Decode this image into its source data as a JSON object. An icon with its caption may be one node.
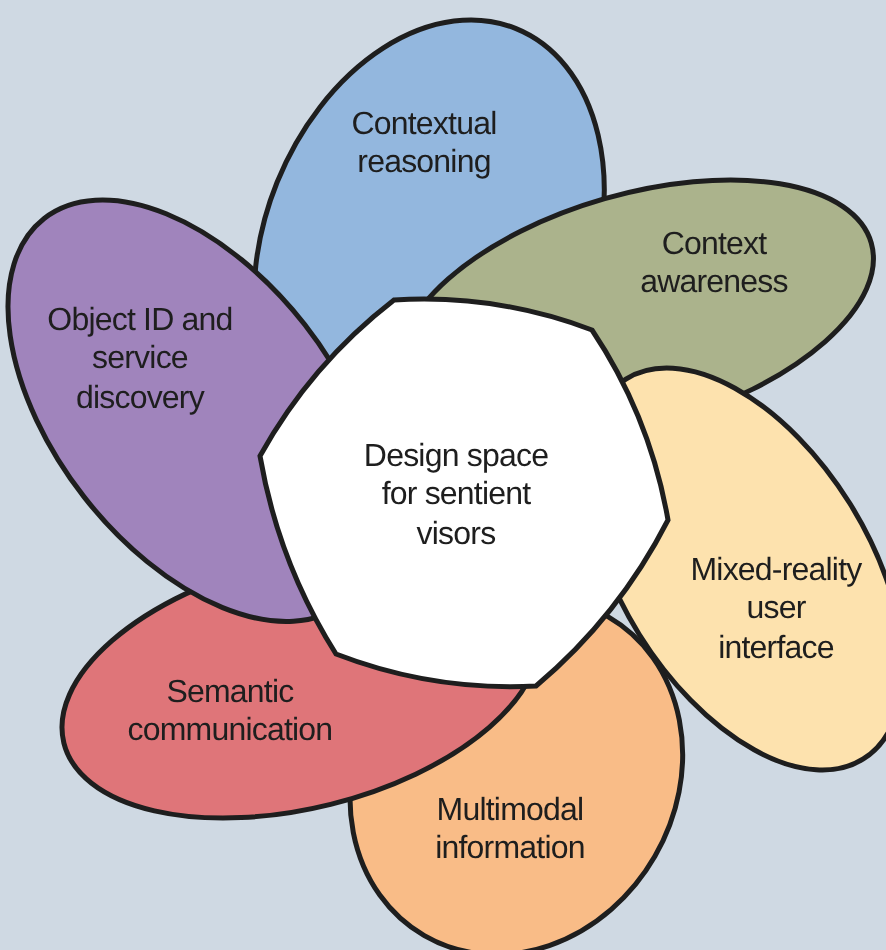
{
  "diagram": {
    "nodes": [
      {
        "text": [
          "Design space for sentient visors"
        ]
      },
      {
        "text": [
          "Contextual reasoning"
        ]
      },
      {
        "text": [
          "Context awareness"
        ]
      },
      {
        "text": [
          "Mixed-reality user interface"
        ]
      },
      {
        "text": [
          "Multimodal information"
        ]
      },
      {
        "text": [
          "Semantic communication"
        ]
      },
      {
        "text": [
          "Object ID and service discovery"
        ]
      }
    ]
  }
}
